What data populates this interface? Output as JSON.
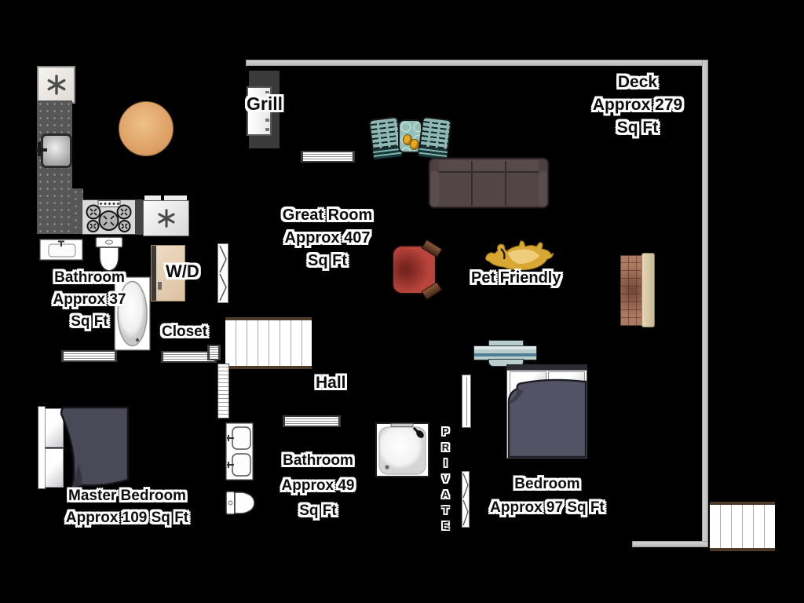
{
  "meta": {
    "view": "apartment-floor-plan",
    "background": "#000000"
  },
  "colors": {
    "wall": "#c6c6c6",
    "counter": "#575757",
    "table_wood": "#dd9f63",
    "deck_chair_teal": "#8fb7b3",
    "couch_brown": "#4b3f42",
    "accent_chair_red": "#b8443c",
    "blanket_navy": "#4b4b59",
    "washer_dryer_tan": "#e6cfb2",
    "fireplace_brick": "#ad7a62",
    "fireplace_hearth": "#d9cbab",
    "dog_gold": "#d9a733",
    "dresser_teal": "#b9cdcd",
    "stair_edge_brown": "#4e3b28",
    "label_text": "#0d0d0d",
    "label_outline": "#ffffff"
  },
  "icons": {
    "appliance_symbol": "asterisk",
    "fridge": "asterisk-icon",
    "dishwasher": "asterisk-icon"
  },
  "labels": {
    "deck": {
      "name": "Deck",
      "area_line1": "Approx 279",
      "area_line2": "Sq Ft"
    },
    "great_room": {
      "name": "Great Room",
      "area_line1": "Approx 407",
      "area_line2": "Sq Ft"
    },
    "grill": {
      "name": "Grill"
    },
    "bathroom_top": {
      "name": "Bathroom",
      "area_line1": "Approx 37",
      "area_line2": "Sq Ft"
    },
    "washer_dryer": {
      "name": "W/D"
    },
    "closet": {
      "name": "Closet"
    },
    "hall": {
      "name": "Hall"
    },
    "pet_friendly": {
      "name": "Pet Friendly"
    },
    "master_bedroom": {
      "name": "Master Bedroom",
      "area_line1": "Approx 109 Sq Ft"
    },
    "bathroom_hall": {
      "name": "Bathroom",
      "area_line1": "Approx 49",
      "area_line2": "Sq Ft"
    },
    "bedroom": {
      "name": "Bedroom",
      "area_line1": "Approx 97 Sq Ft"
    },
    "private": {
      "name": "PRIVATE"
    }
  }
}
